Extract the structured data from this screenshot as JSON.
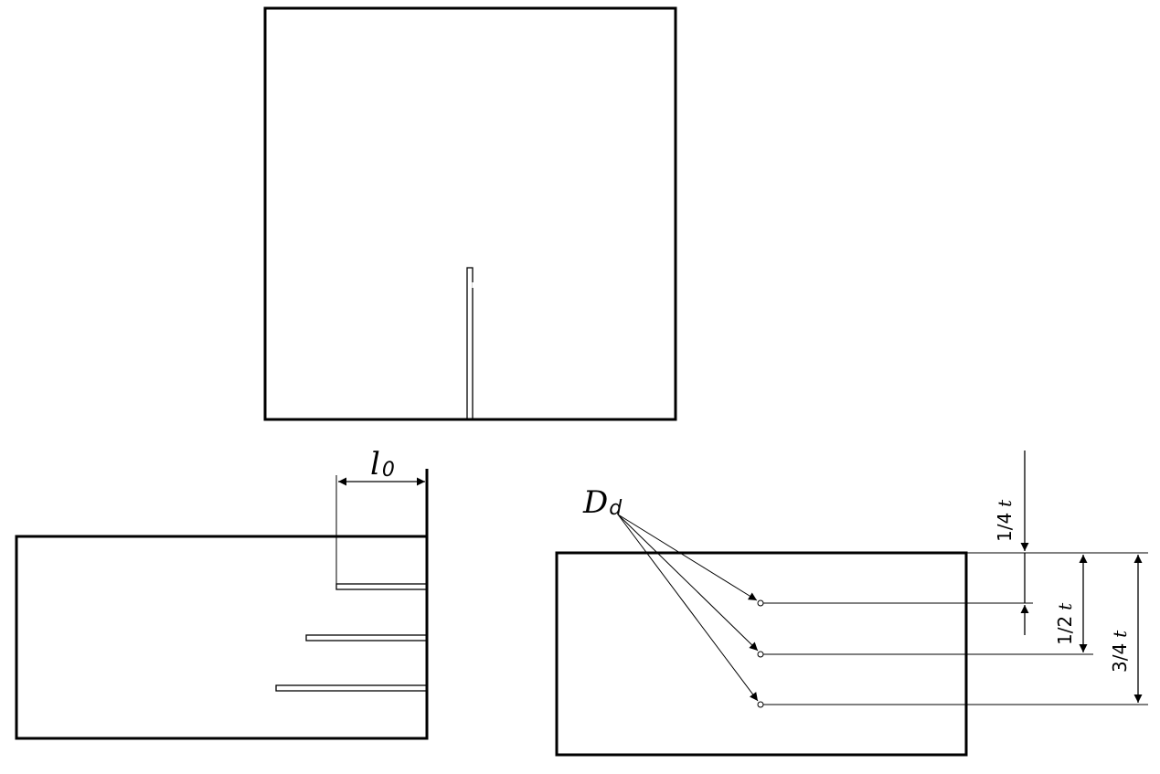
{
  "labels": {
    "length_symbol": "l",
    "length_subscript": "0",
    "d_symbol": "D",
    "d_subscript": "d"
  },
  "dimensions": {
    "quarter_fraction": "1/4",
    "half_fraction": "1/2",
    "three_quarter_fraction": "3/4",
    "thickness_symbol": "t"
  }
}
